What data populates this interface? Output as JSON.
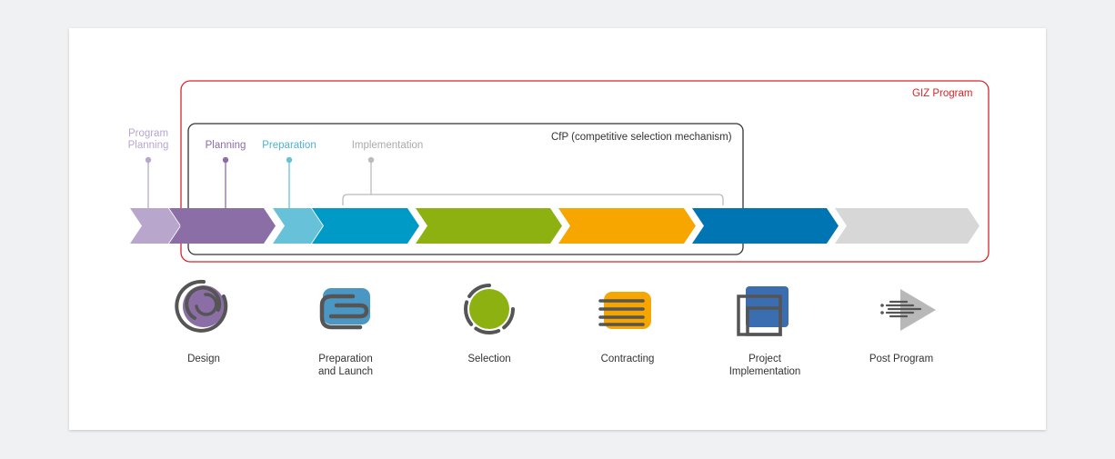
{
  "colors": {
    "giz_red": "#d4262c",
    "cfp_dark": "#333333",
    "program_planning": "#b9a6cd",
    "planning": "#8b6ea6",
    "preparation_light": "#67c1d9",
    "preparation": "#009ac6",
    "selection": "#8cb110",
    "contracting": "#f7a600",
    "implementation": "#0075b4",
    "post_program": "#d7d7d7"
  },
  "frames": {
    "giz_program": "GIZ Program",
    "cfp": "CfP (competitive selection mechanism)"
  },
  "stage_labels": {
    "program_planning": "Program\nPlanning",
    "planning": "Planning",
    "preparation": "Preparation",
    "implementation": "Implementation"
  },
  "phases": [
    {
      "name": "Design",
      "icon": "design-icon"
    },
    {
      "name": "Preparation\nand Launch",
      "icon": "preparation-launch-icon"
    },
    {
      "name": "Selection",
      "icon": "selection-icon"
    },
    {
      "name": "Contracting",
      "icon": "contracting-icon"
    },
    {
      "name": "Project\nImplementation",
      "icon": "project-implementation-icon"
    },
    {
      "name": "Post Program",
      "icon": "post-program-icon"
    }
  ]
}
